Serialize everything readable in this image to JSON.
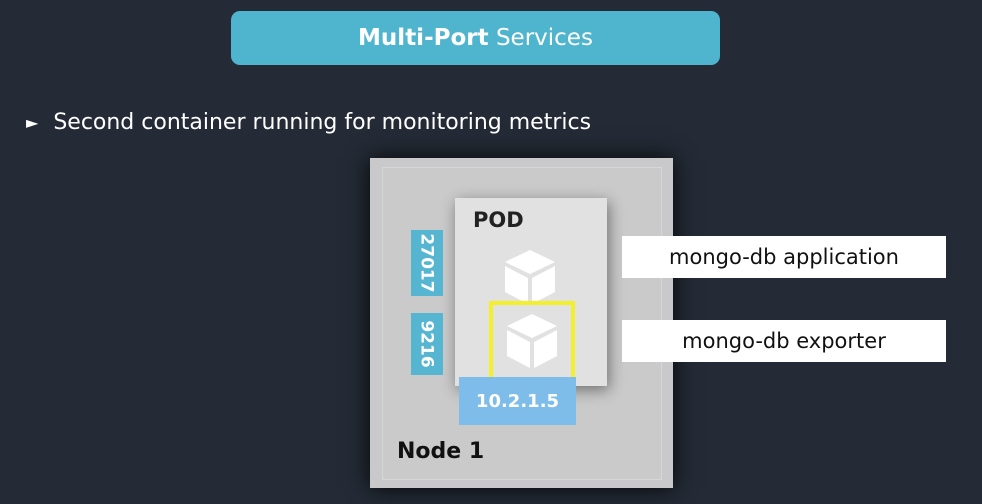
{
  "title": {
    "bold": "Multi-Port",
    "rest": "Services"
  },
  "bullet": {
    "marker": "►",
    "text": "Second container running for monitoring metrics"
  },
  "diagram": {
    "pod_label": "POD",
    "ports": [
      "27017",
      "9216"
    ],
    "ip": "10.2.1.5",
    "node_label": "Node 1",
    "containers": [
      {
        "icon": "container-box-icon",
        "highlighted": false
      },
      {
        "icon": "container-box-icon",
        "highlighted": true
      }
    ],
    "highlight_color": "#f3ef2a"
  },
  "callouts": [
    "mongo-db application",
    "mongo-db exporter"
  ],
  "colors": {
    "background": "#242b36",
    "banner": "#4fb5ce",
    "port": "#56b6d2",
    "ip": "#7ebde9"
  }
}
